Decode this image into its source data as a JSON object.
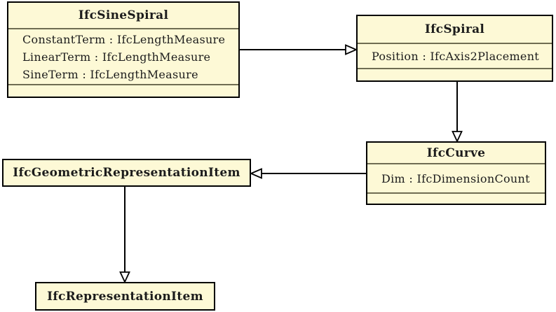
{
  "diagram": {
    "type": "uml-class-inheritance-diagram",
    "colors": {
      "background": "#ffffff",
      "box_fill": "#fdf9d6",
      "box_border": "#000000",
      "compartment_separator": "#6f6d52",
      "text": "#1c1c1c",
      "arrow_line": "#000000",
      "arrowhead_fill": "#ffffff"
    },
    "classes": [
      {
        "name": "IfcSineSpiral",
        "attributes": [
          "ConstantTerm : IfcLengthMeasure",
          "LinearTerm : IfcLengthMeasure",
          "SineTerm : IfcLengthMeasure"
        ]
      },
      {
        "name": "IfcSpiral",
        "attributes": [
          "Position : IfcAxis2Placement"
        ]
      },
      {
        "name": "IfcCurve",
        "attributes": [
          "Dim : IfcDimensionCount"
        ]
      },
      {
        "name": "IfcGeometricRepresentationItem",
        "attributes": []
      },
      {
        "name": "IfcRepresentationItem",
        "attributes": []
      }
    ],
    "relationships": [
      {
        "from": "IfcSineSpiral",
        "to": "IfcSpiral",
        "type": "inheritance",
        "arrowhead": "hollow-triangle",
        "direction": "right"
      },
      {
        "from": "IfcSpiral",
        "to": "IfcCurve",
        "type": "inheritance",
        "arrowhead": "hollow-triangle",
        "direction": "down"
      },
      {
        "from": "IfcCurve",
        "to": "IfcGeometricRepresentationItem",
        "type": "inheritance",
        "arrowhead": "hollow-triangle",
        "direction": "left"
      },
      {
        "from": "IfcGeometricRepresentationItem",
        "to": "IfcRepresentationItem",
        "type": "inheritance",
        "arrowhead": "hollow-triangle",
        "direction": "down"
      }
    ]
  }
}
